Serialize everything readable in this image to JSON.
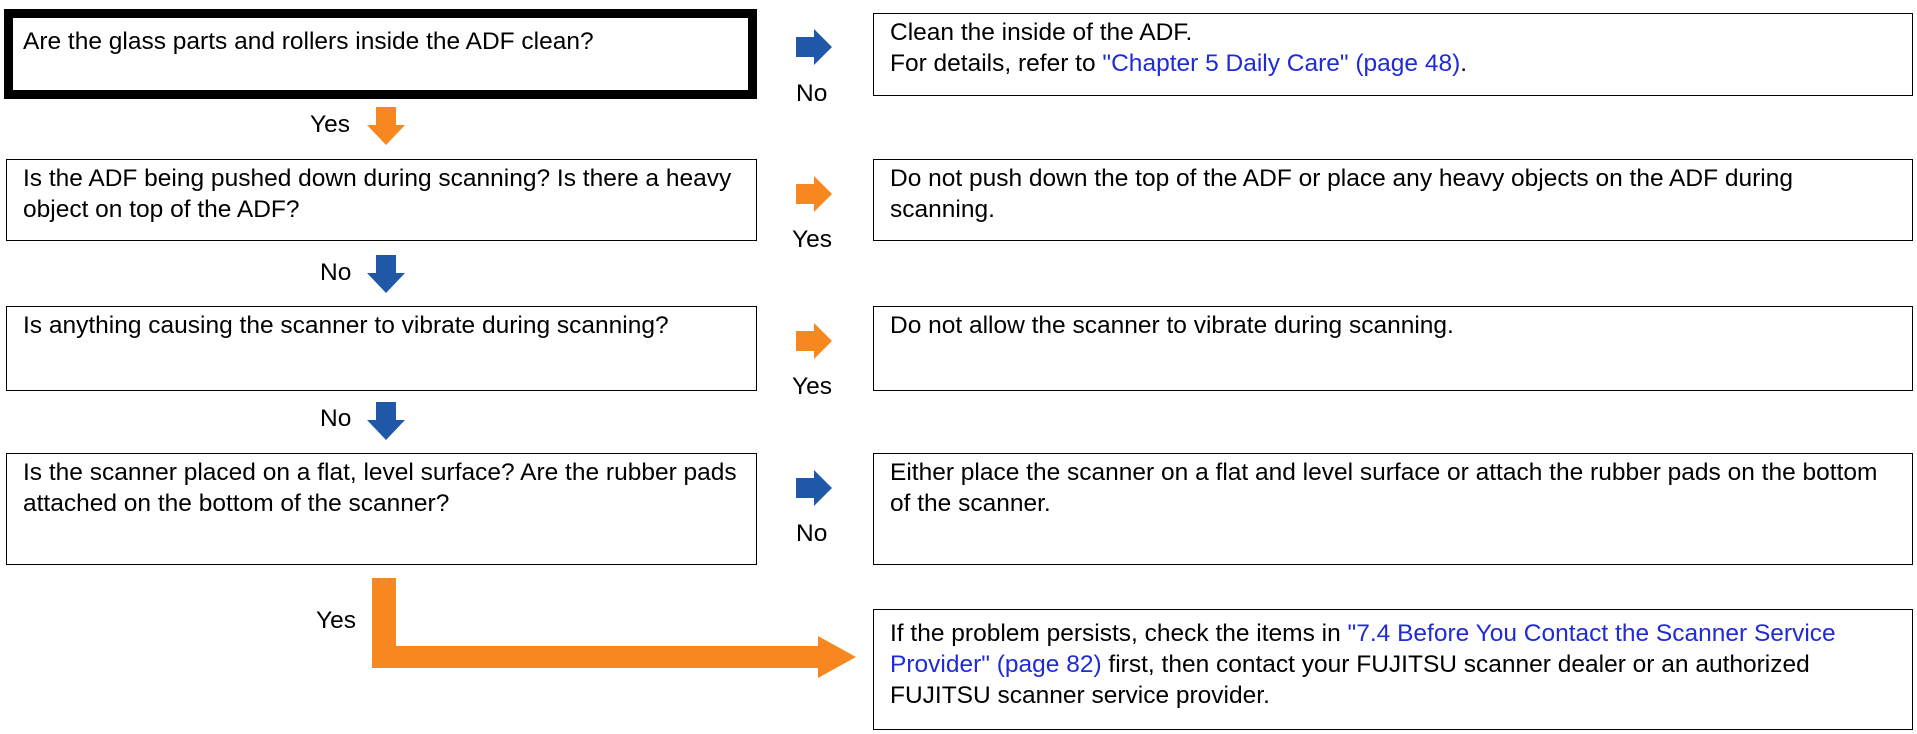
{
  "colors": {
    "blue_arrow": "#2058a8",
    "orange_arrow": "#f7881f",
    "link": "#1f2bd6",
    "border": "#000000"
  },
  "questions": [
    {
      "text": "Are the glass parts and rollers inside the ADF clean?"
    },
    {
      "text": "Is the ADF being pushed down during scanning? Is there a heavy object on top of the ADF?"
    },
    {
      "text": "Is anything causing the scanner to vibrate during scanning?"
    },
    {
      "text": "Is the scanner placed on a flat, level surface? Are the rubber pads attached on the bottom of the scanner?"
    }
  ],
  "side_labels": [
    "No",
    "Yes",
    "Yes",
    "No"
  ],
  "down_labels": [
    "Yes",
    "No",
    "No",
    "Yes"
  ],
  "actions": [
    {
      "line1": "Clean the inside of the ADF.",
      "pre": "For details, refer to ",
      "link": "\"Chapter 5 Daily Care\" (page 48)",
      "post": "."
    },
    {
      "text": "Do not push down the top of the ADF or place any heavy objects on the ADF during scanning."
    },
    {
      "text": "Do not allow the scanner to vibrate during scanning."
    },
    {
      "text": "Either place the scanner on a flat and level surface or attach the rubber pads on the bottom of the scanner."
    },
    {
      "pre": "If the problem persists, check the items in ",
      "link": "\"7.4 Before You Contact the Scanner Service Provider\" (page 82)",
      "post": " first, then contact your FUJITSU scanner dealer or an authorized FUJITSU scanner service provider."
    }
  ]
}
